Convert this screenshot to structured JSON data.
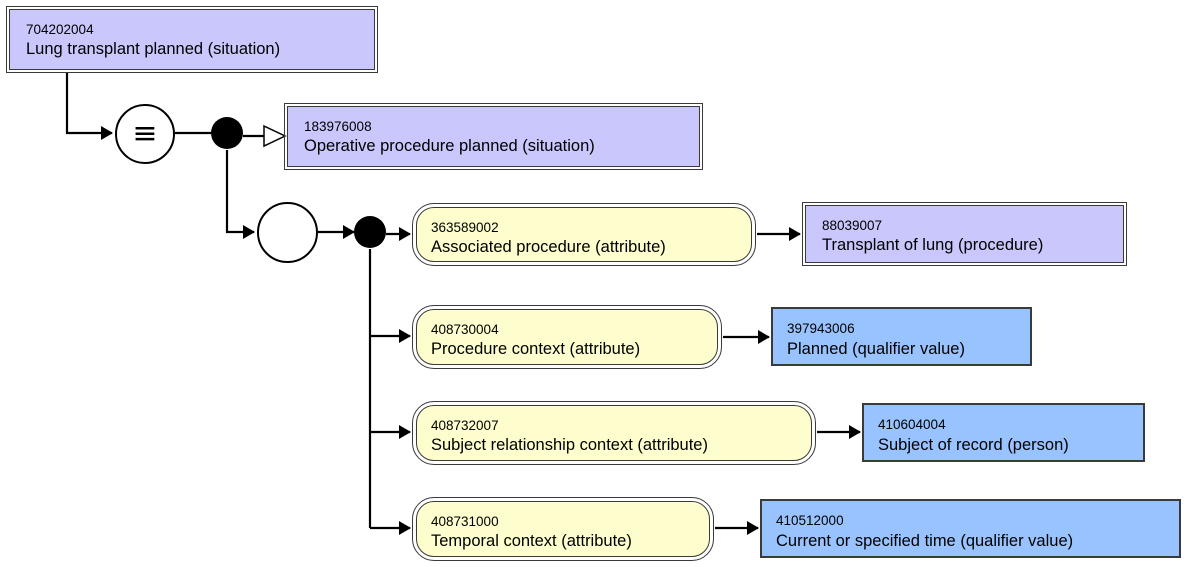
{
  "focus": {
    "code": "704202004",
    "term": "Lung transplant planned (situation)"
  },
  "parent": {
    "code": "183976008",
    "term": "Operative procedure planned (situation)"
  },
  "definition_status_icon": "equivalent-icon",
  "attributes": [
    {
      "name": {
        "code": "363589002",
        "term": "Associated procedure (attribute)"
      },
      "value": {
        "code": "88039007",
        "term": "Transplant of lung (procedure)",
        "kind": "primitive"
      }
    },
    {
      "name": {
        "code": "408730004",
        "term": "Procedure context (attribute)"
      },
      "value": {
        "code": "397943006",
        "term": "Planned (qualifier value)",
        "kind": "defined"
      }
    },
    {
      "name": {
        "code": "408732007",
        "term": "Subject relationship context (attribute)"
      },
      "value": {
        "code": "410604004",
        "term": "Subject of record (person)",
        "kind": "defined"
      }
    },
    {
      "name": {
        "code": "408731000",
        "term": "Temporal context (attribute)"
      },
      "value": {
        "code": "410512000",
        "term": "Current or specified time (qualifier value)",
        "kind": "defined"
      }
    }
  ],
  "colors": {
    "primitive": "#c9c7fb",
    "defined": "#99c3ff",
    "attribute": "#fdfdcd",
    "line": "#000000"
  }
}
